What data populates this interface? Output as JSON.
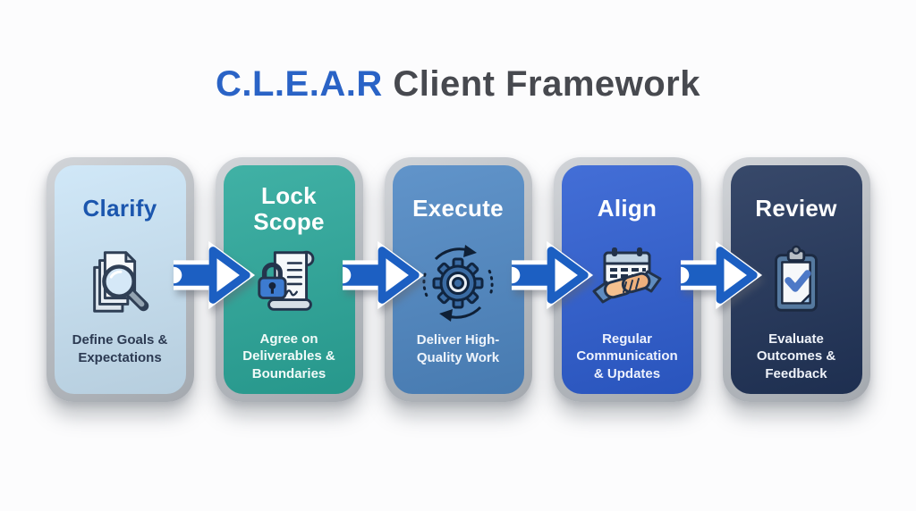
{
  "header": {
    "title_accent": "C.L.E.A.R",
    "title_rest": " Client Framework",
    "accent_color": "#2a63c6",
    "rest_color": "#47494f"
  },
  "steps": [
    {
      "id": "clarify",
      "title": "Clarify",
      "subtitle": "Define Goals & Expectations",
      "icon": "document-search-icon",
      "card_color": "#cbe5f7",
      "title_color": "#1b56ae",
      "text_color": "#2c3a52"
    },
    {
      "id": "lock-scope",
      "title": "Lock Scope",
      "subtitle": "Agree on Deliverables & Boundaries",
      "icon": "locked-scroll-icon",
      "card_color": "#2ba89b",
      "title_color": "#ffffff",
      "text_color": "#f2fbf9"
    },
    {
      "id": "execute",
      "title": "Execute",
      "subtitle": "Deliver High-Quality Work",
      "icon": "gear-sync-icon",
      "card_color": "#4f88c4",
      "title_color": "#ffffff",
      "text_color": "#eef4fb"
    },
    {
      "id": "align",
      "title": "Align",
      "subtitle": "Regular Communication & Updates",
      "icon": "calendar-handshake-icon",
      "card_color": "#2e5ed2",
      "title_color": "#ffffff",
      "text_color": "#eef2fd"
    },
    {
      "id": "review",
      "title": "Review",
      "subtitle": "Evaluate Outcomes & Feedback",
      "icon": "clipboard-check-icon",
      "card_color": "#213459",
      "title_color": "#ffffff",
      "text_color": "#eef2f9"
    }
  ],
  "arrow_color": "#1c5fc2",
  "background_color": "#fcfcfd"
}
